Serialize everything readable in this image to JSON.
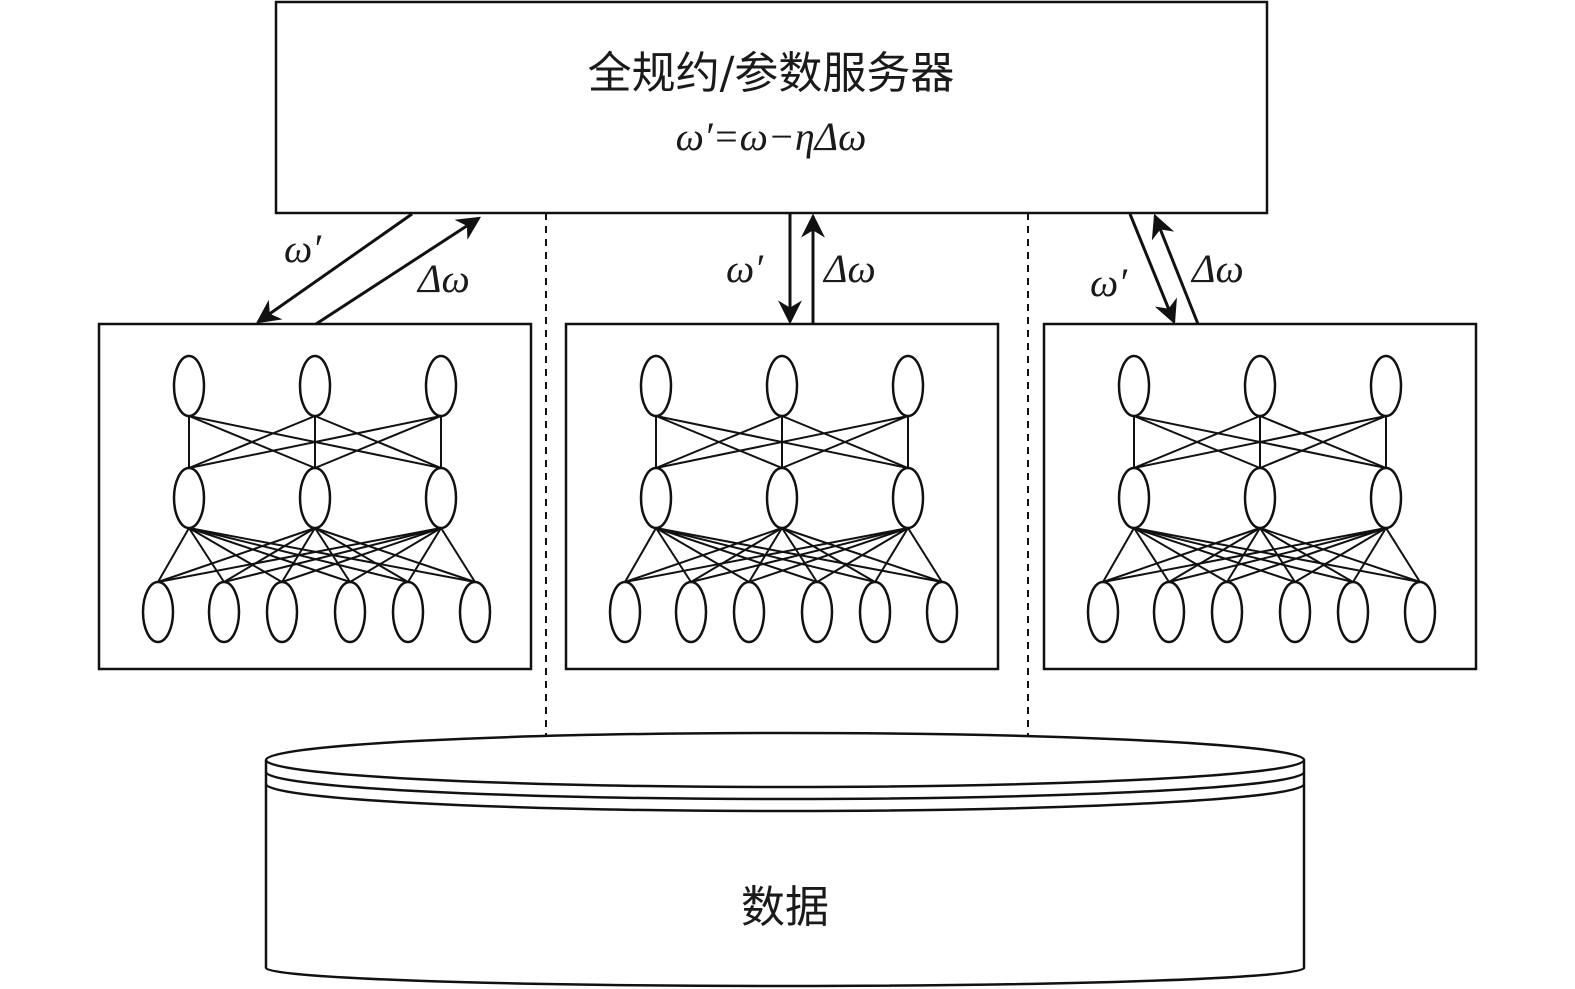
{
  "server": {
    "title": "全规约/参数服务器",
    "formula": "ω′=ω−ηΔω"
  },
  "workers": [
    {
      "down_label": "ω′",
      "up_label": "Δω"
    },
    {
      "down_label": "ω′",
      "up_label": "Δω"
    },
    {
      "down_label": "ω′",
      "up_label": "Δω"
    }
  ],
  "data_store": {
    "label": "数据"
  },
  "network": {
    "layers": [
      3,
      3,
      6
    ]
  },
  "colors": {
    "stroke": "#111111",
    "background": "#ffffff"
  }
}
